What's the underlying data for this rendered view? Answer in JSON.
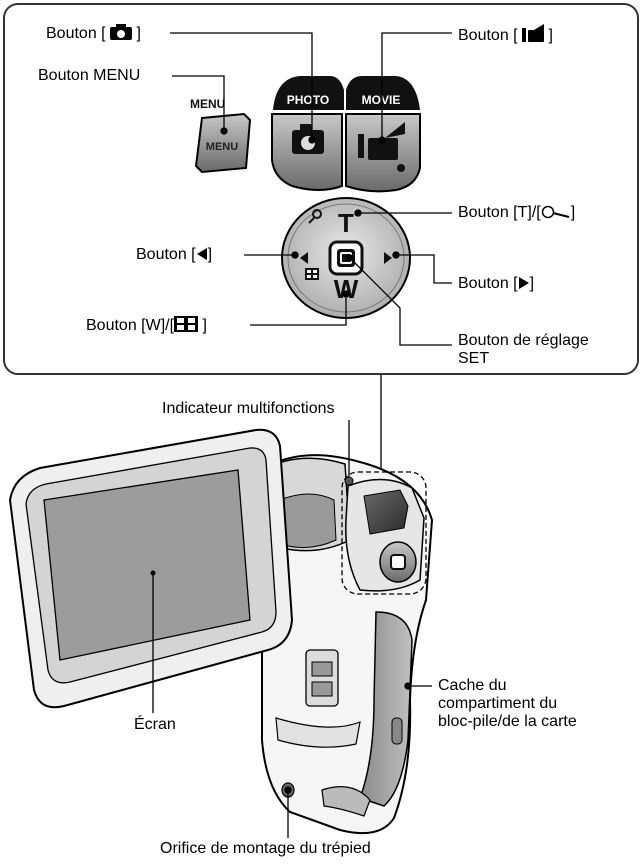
{
  "callouts": {
    "btn_photo": {
      "prefix": "Bouton [ ",
      "suffix": " ]"
    },
    "btn_movie": {
      "prefix": "Bouton [ ",
      "suffix": " ]"
    },
    "btn_menu": "Bouton MENU",
    "btn_t": {
      "prefix": "Bouton [T]/[",
      "suffix": "]"
    },
    "btn_left": {
      "prefix": "Bouton [",
      "suffix": "]"
    },
    "btn_right": {
      "prefix": "Bouton [",
      "suffix": "]"
    },
    "btn_w": {
      "prefix": "Bouton [W]/[",
      "suffix": " ]"
    },
    "btn_set_line1": "Bouton de réglage",
    "btn_set_line2": "SET",
    "indicator": "Indicateur multifonctions",
    "screen": "Écran",
    "battery_cover_line1": "Cache du",
    "battery_cover_line2": "compartiment du",
    "battery_cover_line3": "bloc-pile/de la carte",
    "tripod": "Orifice de montage du trépied"
  },
  "device_labels": {
    "photo": "PHOTO",
    "movie": "MOVIE",
    "menu_small": "MENU",
    "menu_button": "MENU",
    "t": "T",
    "w": "W"
  },
  "colors": {
    "outline": "#000000",
    "panel_border": "#333333",
    "button_dark": "#444444",
    "button_gray": "#9a9a9a",
    "screen_gray": "#9c9c9c"
  }
}
